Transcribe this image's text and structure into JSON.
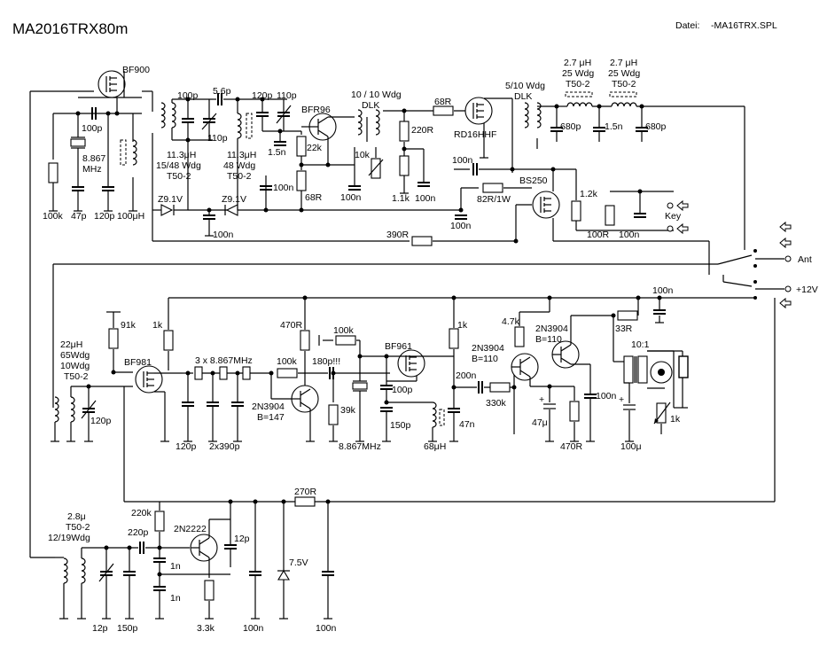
{
  "header": {
    "title": "MA2016TRX80m",
    "file_label": "Datei:",
    "file_name": "-MA16TRX.SPL"
  },
  "labels": {
    "vfo": {
      "bf900": "BF900",
      "c100p_a": "100p",
      "xtal": "8.867",
      "mhz": "MHz",
      "r100k": "100k",
      "c47p": "47p",
      "c120p": "120p",
      "l100uh": "100μH",
      "z91a": "Z9.1V",
      "z91b": "Z9.1V",
      "c100n_a": "100n"
    },
    "mixer": {
      "c100p": "100p",
      "c56p": "5.6p",
      "c110p_a": "110p",
      "c120p": "120p",
      "c110p_b": "110p",
      "l1_a": "11.3μH",
      "l1_b": "15/48 Wdg",
      "l1_c": "T50-2",
      "l2_a": "11.3μH",
      "l2_b": "48 Wdg",
      "l2_c": "T50-2",
      "c15n": "1.5n",
      "c100n": "100n"
    },
    "bfr": {
      "bfr96": "BFR96",
      "r22k": "22k",
      "r68": "68R",
      "dlk1": "10 / 10 Wdg",
      "dlk2": "DLK",
      "r10k": "10k",
      "c100n_a": "100n",
      "r220": "220R",
      "r1k1": "1.1k",
      "c100n_b": "100n"
    },
    "pa": {
      "r68": "68R",
      "rd16": "RD16HHF",
      "dlk1": "5/10 Wdg",
      "dlk2": "DLK",
      "c100n": "100n",
      "r82": "82R/1W",
      "bs250": "BS250",
      "c100n_b": "100n",
      "r390": "390R",
      "r12k": "1.2k",
      "r100": "100R",
      "c100n_c": "100n",
      "key": "Key"
    },
    "lpf": {
      "l1a": "2.7 μH",
      "l1b": "25 Wdg",
      "l1c": "T50-2",
      "l2a": "2.7 μH",
      "l2b": "25 Wdg",
      "l2c": "T50-2",
      "c680a": "680p",
      "c15n": "1.5n",
      "c680b": "680p"
    },
    "sw": {
      "ant": "Ant",
      "v12": "+12V",
      "c100n": "100n"
    },
    "rx": {
      "l22a": "22μH",
      "l22b": "65Wdg",
      "l22c": "10Wdg",
      "l22d": "T50-2",
      "c120p": "120p",
      "r91k": "91k",
      "r1k": "1k",
      "bf981": "BF981",
      "xf": "3 x 8.867MHz",
      "c120pb": "120p",
      "c2x390": "2x390p",
      "r470": "470R",
      "r100k": "100k",
      "q2n": "2N3904",
      "b147": "B=147",
      "c180": "180p!!!",
      "r100kb": "100k",
      "r39k": "39k",
      "x8867": "8.867MHz",
      "bf961": "BF961",
      "c100p": "100p",
      "c150p": "150p",
      "l68": "68μH",
      "r1kb": "1k",
      "c47n": "47n"
    },
    "af": {
      "r47k": "4.7k",
      "q1": "2N3904",
      "q1b": "B=110",
      "q2": "2N3904",
      "q2b": "B=110",
      "r33": "33R",
      "c200n": "200n",
      "r330k": "330k",
      "c47u": "47μ",
      "r470": "470R",
      "c100n": "100n",
      "c100u": "100μ",
      "t101": "10:1",
      "pot1k": "1k"
    },
    "osc": {
      "l28a": "2.8μ",
      "l28b": "T50-2",
      "l28c": "12/19Wdg",
      "c220p": "220p",
      "r220k": "220k",
      "q": "2N2222",
      "c1na": "1n",
      "c1nb": "1n",
      "c12p": "12p",
      "c12pv": "12p",
      "c150p": "150p",
      "r33k": "3.3k",
      "c100na": "100n",
      "r270": "270R",
      "z75": "7.5V",
      "c100nb": "100n"
    }
  }
}
